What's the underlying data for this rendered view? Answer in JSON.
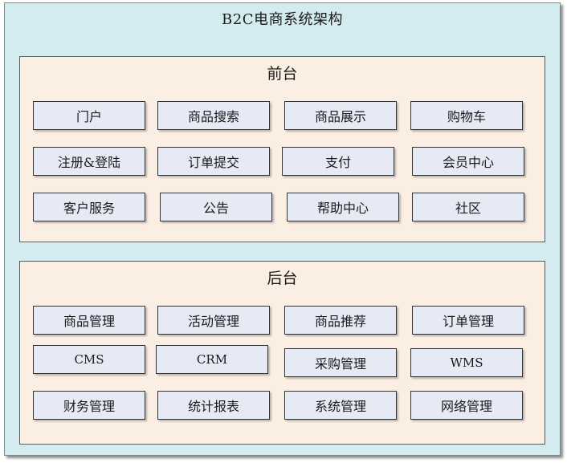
{
  "title": "B2C电商系统架构",
  "frontend": {
    "title": "前台",
    "modules": [
      "门户",
      "商品搜索",
      "商品展示",
      "购物车",
      "注册&登陆",
      "订单提交",
      "支付",
      "会员中心",
      "客户服务",
      "公告",
      "帮助中心",
      "社区"
    ]
  },
  "backend": {
    "title": "后台",
    "modules": [
      "商品管理",
      "活动管理",
      "商品推荐",
      "订单管理",
      "CMS",
      "CRM",
      "采购管理",
      "WMS",
      "财务管理",
      "统计报表",
      "系统管理",
      "网络管理"
    ]
  },
  "colors": {
    "outer_bg": "#d4ebf0",
    "panel_bg": "#fbeee3",
    "module_bg": "#e5eaf5"
  }
}
